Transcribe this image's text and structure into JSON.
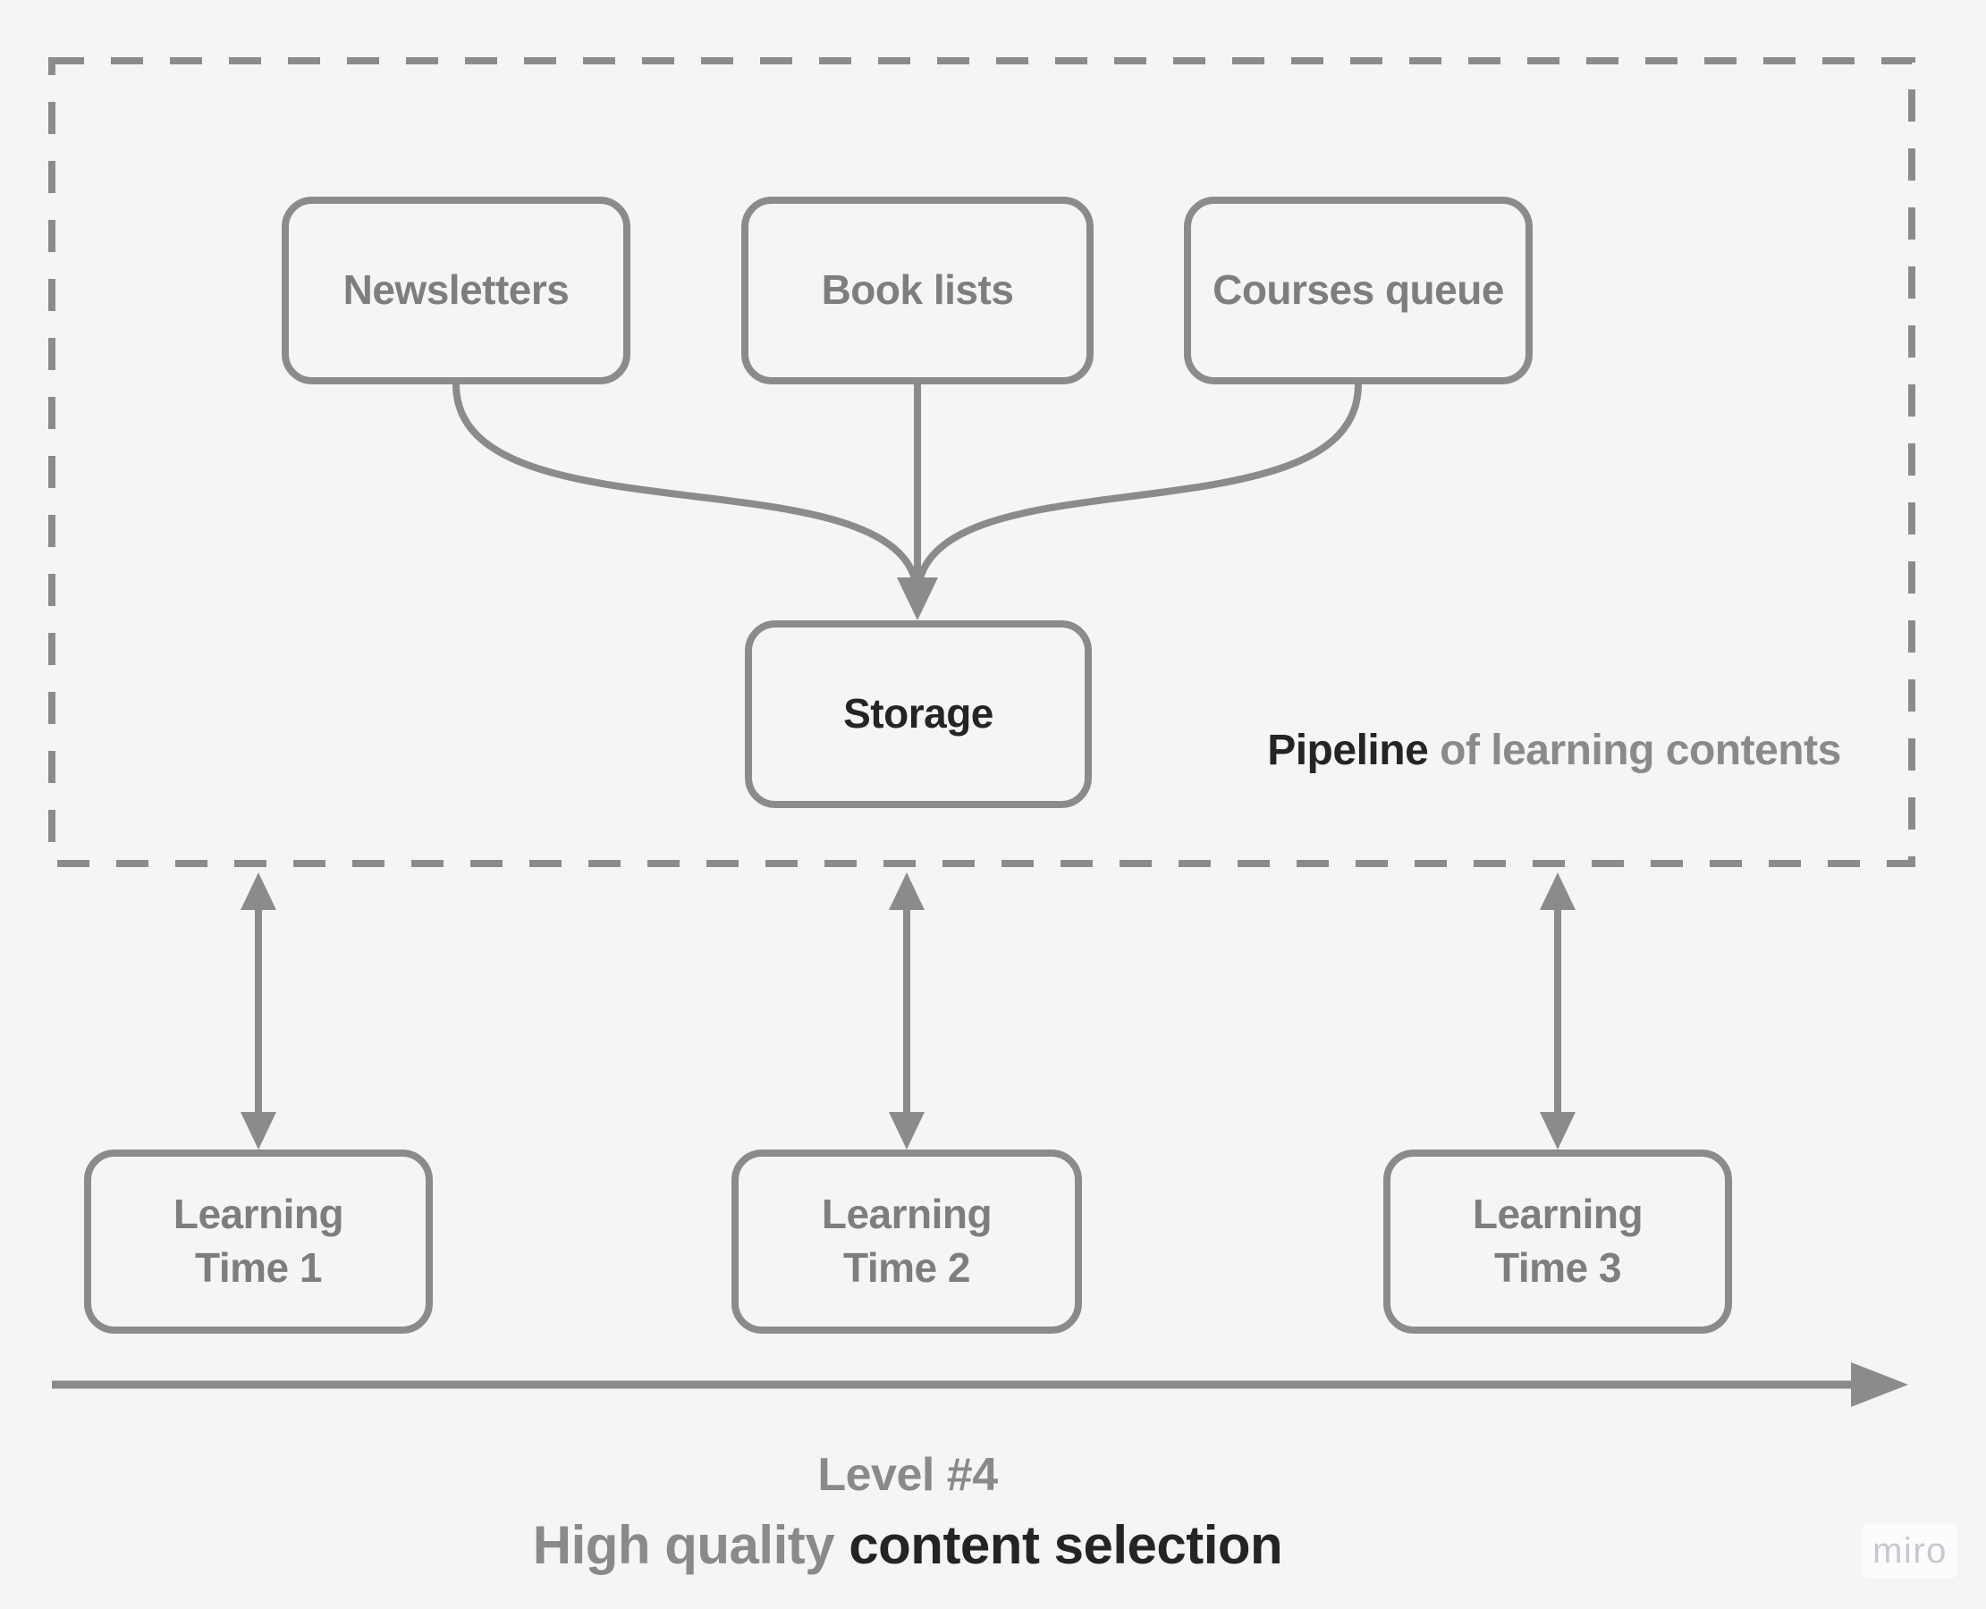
{
  "colors": {
    "background": "#f5f5f6",
    "line_gray": "#8b8b8b",
    "label_gray": "#7e7e7e",
    "text_dark": "#242424",
    "watermark_text": "#c8c8d2",
    "watermark_bg": "#fcfcfd"
  },
  "pipeline": {
    "caption": {
      "lead": "Pipeline",
      "rest": " of learning contents"
    },
    "sources": [
      {
        "label": "Newsletters"
      },
      {
        "label": "Book lists"
      },
      {
        "label": "Courses queue"
      }
    ],
    "sink": {
      "label": "Storage"
    }
  },
  "learning_times": [
    {
      "label": "Learning\nTime 1"
    },
    {
      "label": "Learning\nTime 2"
    },
    {
      "label": "Learning\nTime 3"
    }
  ],
  "footer": {
    "level": "Level #4",
    "subtitle_gray": "High quality ",
    "subtitle_dark": "content selection"
  },
  "watermark": {
    "label": "miro"
  }
}
